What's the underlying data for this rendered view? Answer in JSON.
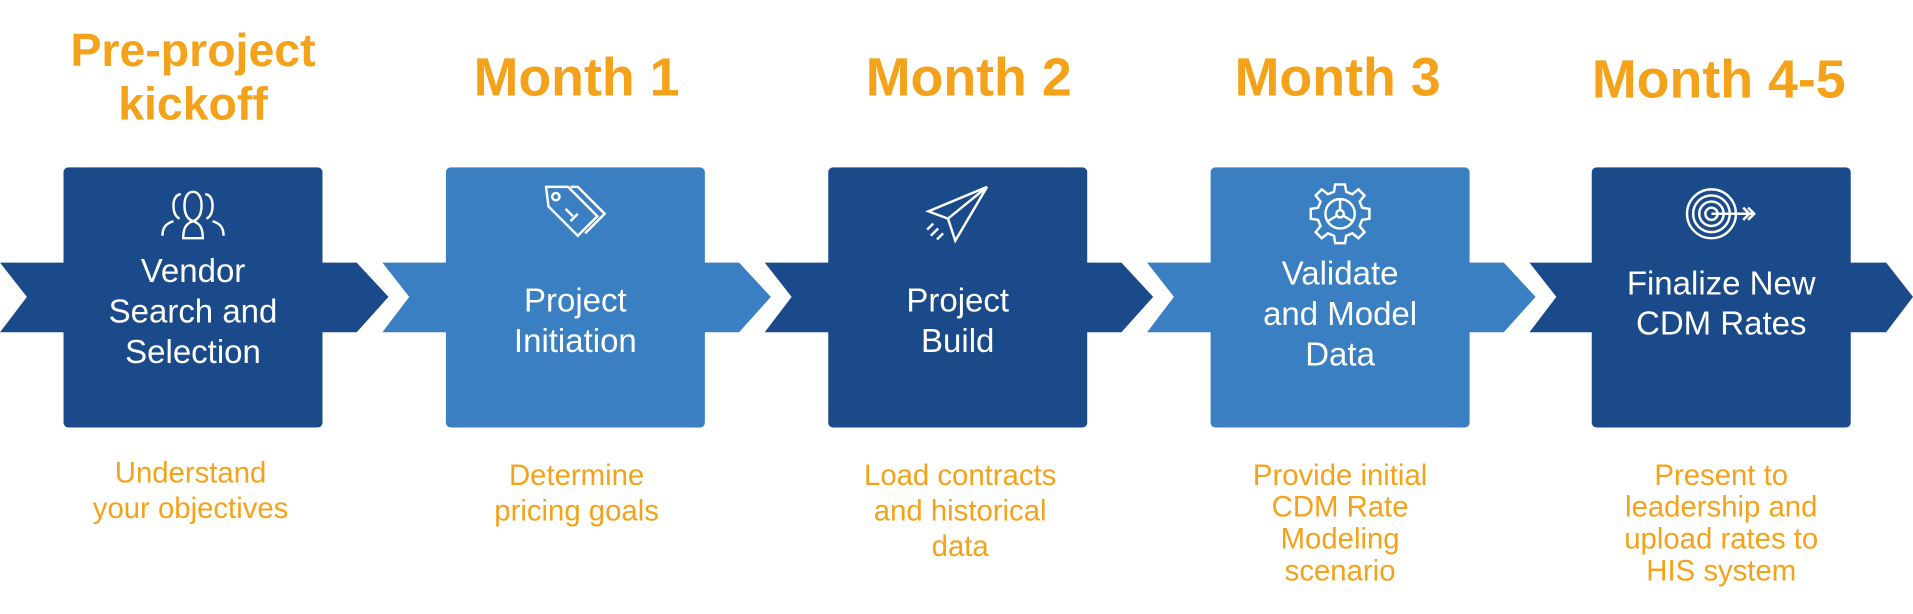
{
  "colors": {
    "accent_orange": "#f5a21b",
    "dark_blue": "#1b4a8b",
    "light_blue": "#3a7fc1",
    "text_on_card": "#ffffff"
  },
  "steps": [
    {
      "heading": "Pre-project\nkickoff",
      "title": "Vendor\nSearch and\nSelection",
      "icon": "people-group-icon",
      "description": "Understand\nyour objectives"
    },
    {
      "heading": "Month 1",
      "title": "Project\nInitiation",
      "icon": "price-tags-icon",
      "description": "Determine\npricing goals"
    },
    {
      "heading": "Month 2",
      "title": "Project\nBuild",
      "icon": "paper-plane-icon",
      "description": "Load contracts\nand historical\ndata"
    },
    {
      "heading": "Month 3",
      "title": "Validate\nand Model\nData",
      "icon": "gear-icon",
      "description": "Provide initial\nCDM Rate\nModeling\nscenario"
    },
    {
      "heading": "Month 4-5",
      "title": "Finalize New\nCDM Rates",
      "icon": "target-icon",
      "description": "Present to\nleadership and\nupload rates to\nHIS system"
    }
  ]
}
